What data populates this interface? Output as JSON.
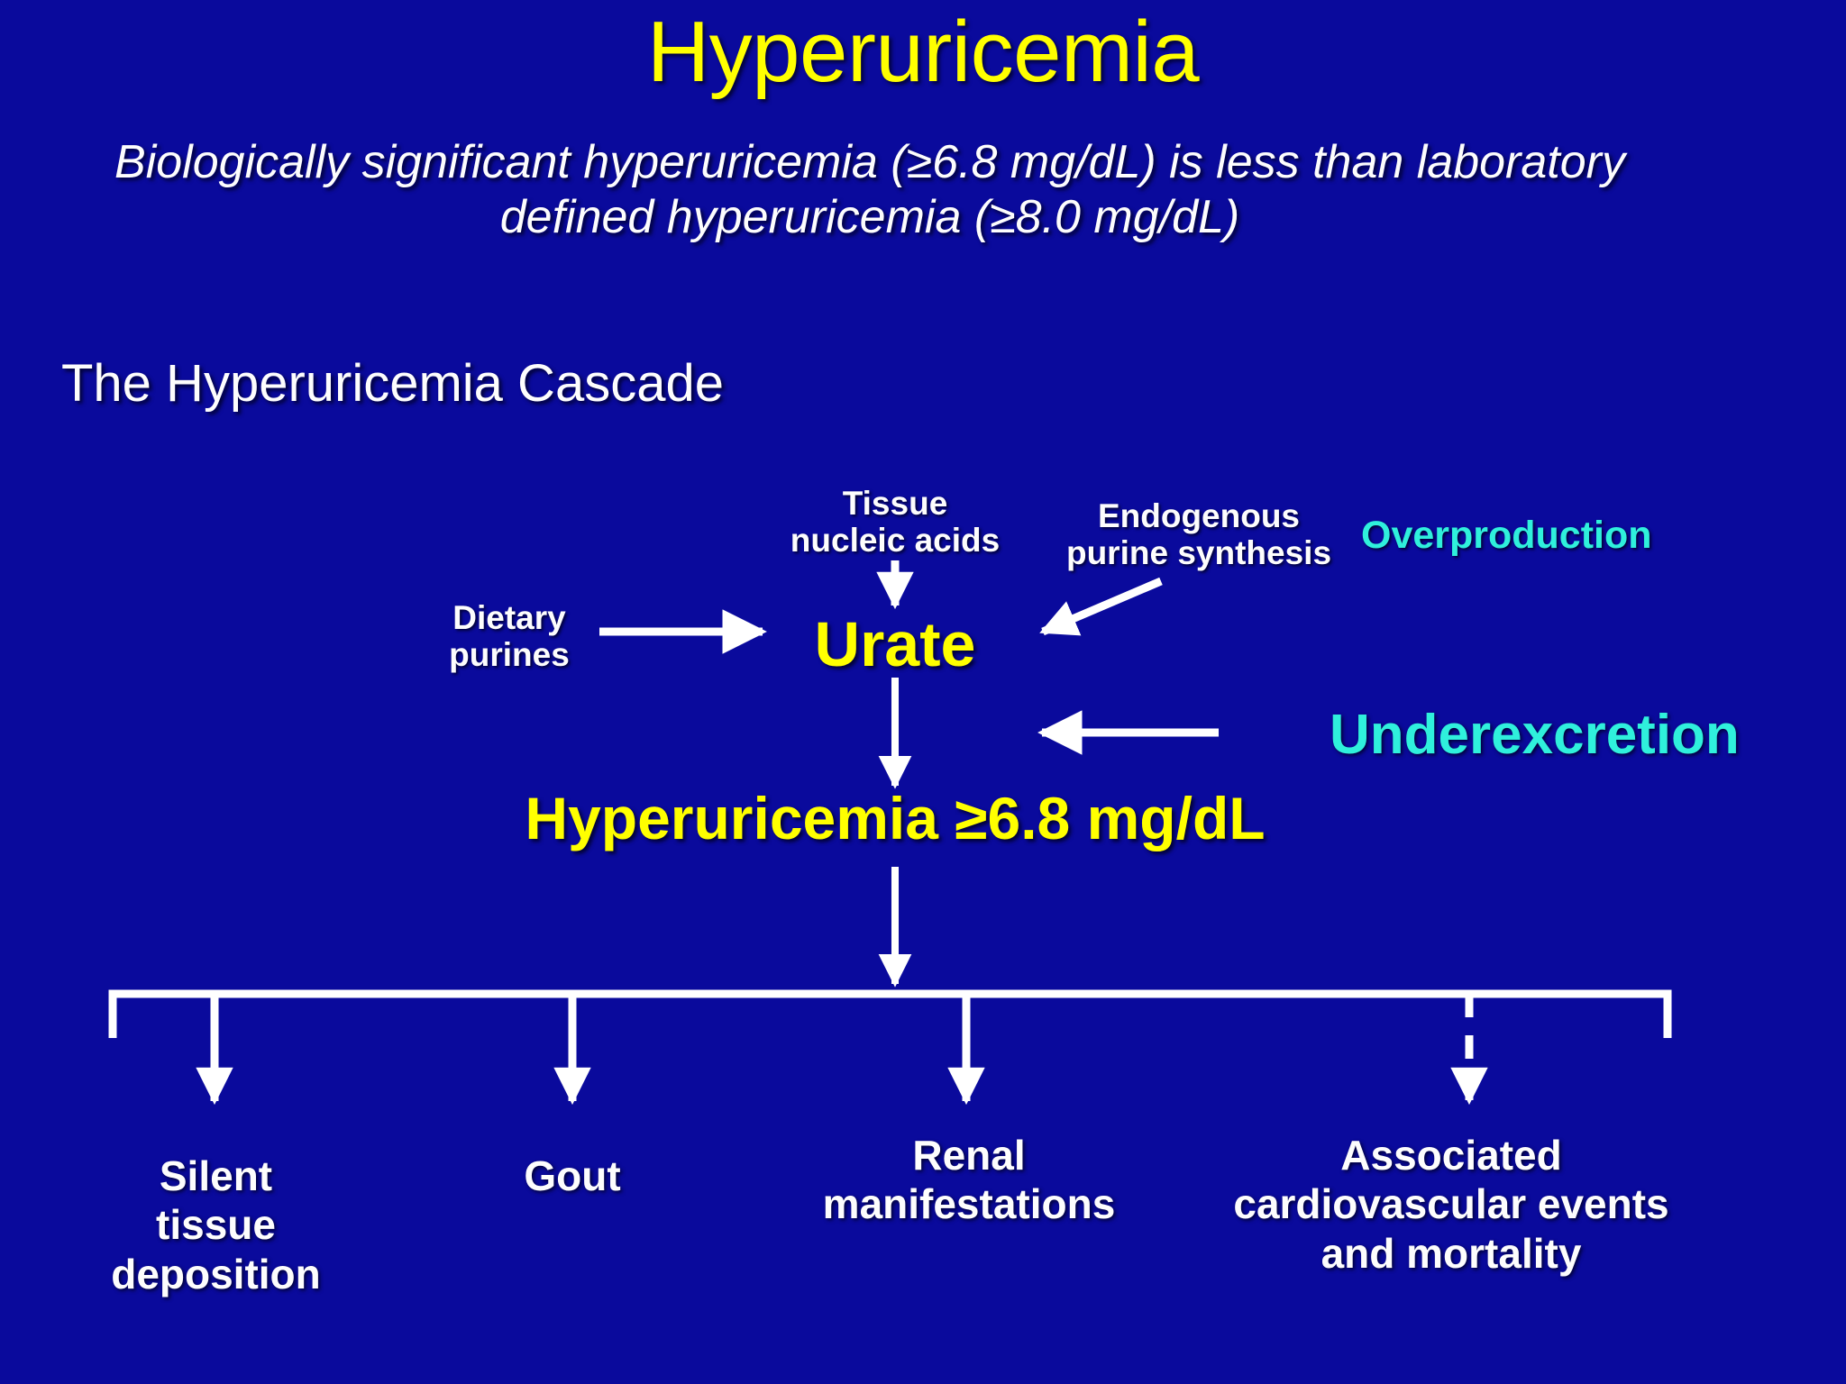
{
  "slide": {
    "background_color": "#0a0a9c",
    "title": "Hyperuricemia",
    "title_color": "#ffff00",
    "subtitle": "Biologically significant hyperuricemia (≥6.8 mg/dL) is less than laboratory defined hyperuricemia (≥8.0 mg/dL)",
    "subtitle_color": "#ffffff",
    "section_heading": "The Hyperuricemia Cascade",
    "section_heading_color": "#ffffff"
  },
  "diagram": {
    "accent_cyan": "#2ff0dc",
    "accent_yellow": "#ffff00",
    "line_color": "#ffffff",
    "inputs": [
      {
        "label": "Dietary\npurines",
        "line1": "Dietary",
        "line2": "purines",
        "arrow": "horizontal-right"
      },
      {
        "label": "Tissue\nnucleic acids",
        "line1": "Tissue",
        "line2": "nucleic acids",
        "arrow": "vertical-down"
      },
      {
        "label": "Endogenous\npurine synthesis",
        "line1": "Endogenous",
        "line2": "purine synthesis",
        "arrow": "diagonal-down-left"
      }
    ],
    "mechanism_labels": [
      {
        "text": "Overproduction",
        "color": "#2ff0dc"
      },
      {
        "text": "Underexcretion",
        "color": "#2ff0dc"
      }
    ],
    "nodes": [
      {
        "id": "urate",
        "text": "Urate",
        "color": "#ffff00"
      },
      {
        "id": "hyperuricemia",
        "text": "Hyperuricemia ≥6.8 mg/dL",
        "color": "#ffff00"
      }
    ],
    "outcomes": [
      {
        "lines": [
          "Silent",
          "tissue",
          "deposition"
        ],
        "arrow_style": "solid"
      },
      {
        "lines": [
          "Gout"
        ],
        "arrow_style": "solid"
      },
      {
        "lines": [
          "Renal",
          "manifestations"
        ],
        "arrow_style": "solid"
      },
      {
        "lines": [
          "Associated",
          "cardiovascular events",
          "and mortality"
        ],
        "arrow_style": "dashed"
      }
    ]
  }
}
